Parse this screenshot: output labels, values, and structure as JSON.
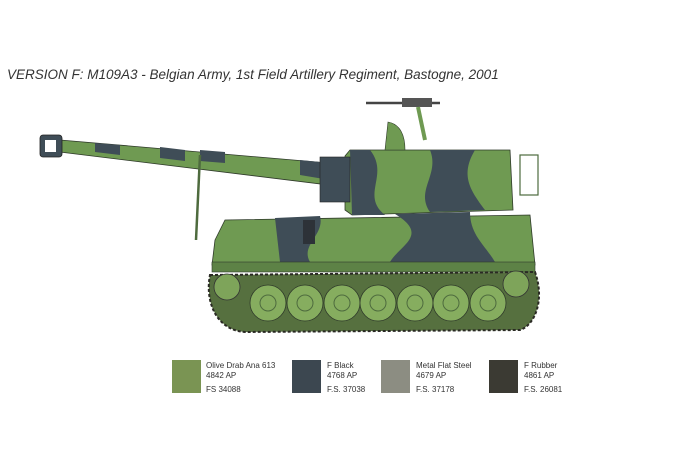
{
  "title": "VERSION F: M109A3 - Belgian Army, 1st Field Artillery Regiment, Bastogne, 2001",
  "colors": [
    {
      "name": "Olive Drab Ana 613",
      "code": "4842 AP",
      "fs": "FS 34088",
      "hex": "#7a9453"
    },
    {
      "name": "F Black",
      "code": "4768 AP",
      "fs": "F.S. 37038",
      "hex": "#3c4750"
    },
    {
      "name": "Metal Flat Steel",
      "code": "4679 AP",
      "fs": "F.S. 37178",
      "hex": "#8c8d82"
    },
    {
      "name": "F Rubber",
      "code": "4861 AP",
      "fs": "F.S. 26081",
      "hex": "#3b3a33"
    }
  ]
}
